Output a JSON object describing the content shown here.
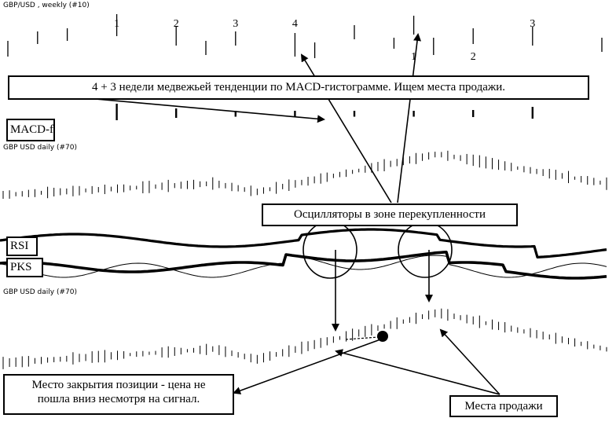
{
  "chart_data": [
    {
      "type": "bar",
      "panel": "weekly",
      "title": "GBP/USD , weekly  (#10)",
      "wave_labels": [
        {
          "text": "1",
          "bar": 11
        },
        {
          "text": "2",
          "bar": 17
        },
        {
          "text": "3",
          "bar": 23
        },
        {
          "text": "4",
          "bar": 29
        },
        {
          "text": "1",
          "bar": 41
        },
        {
          "text": "2",
          "bar": 47
        },
        {
          "text": "3",
          "bar": 53
        }
      ],
      "indicator_label": "MACD-f",
      "histogram_peaks": [
        11,
        17,
        23,
        29,
        35,
        41,
        47,
        53
      ]
    },
    {
      "type": "bar",
      "panel": "daily-1",
      "title": "GBP USD   daily   (#70)",
      "indicators": [
        "RSI",
        "PKS"
      ]
    },
    {
      "type": "bar",
      "panel": "daily-2",
      "title": "GBP USD   daily   (#70)"
    }
  ],
  "annotations": {
    "macd_note": "4 + 3 недели медвежьей тенденции по MACD-гистограмме. Ищем места продажи.",
    "oscillator_note": "Осцилляторы в зоне перекупленности",
    "close_note_line1": "Место закрытия позиции - цена не",
    "close_note_line2": "пошла вниз несмотря на сигнал.",
    "sell_note": "Места продажи"
  },
  "colors": {
    "ink": "#000000",
    "paper": "#ffffff"
  }
}
